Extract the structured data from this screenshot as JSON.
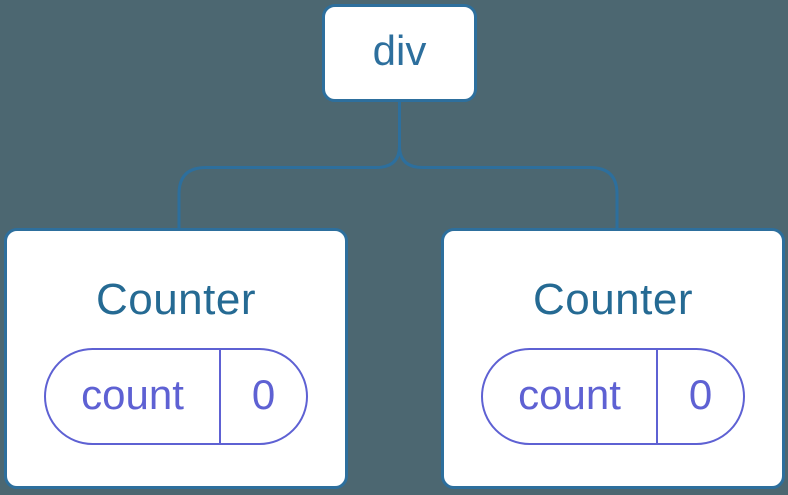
{
  "colors": {
    "background": "#4c6771",
    "line_blue": "#2d6f9d",
    "title_blue": "#256a93",
    "pill_purple": "#5e61d3",
    "card_fill": "#ffffff"
  },
  "tree": {
    "root": {
      "label": "div"
    },
    "children": [
      {
        "title": "Counter",
        "state": {
          "key": "count",
          "value": "0"
        }
      },
      {
        "title": "Counter",
        "state": {
          "key": "count",
          "value": "0"
        }
      }
    ]
  }
}
